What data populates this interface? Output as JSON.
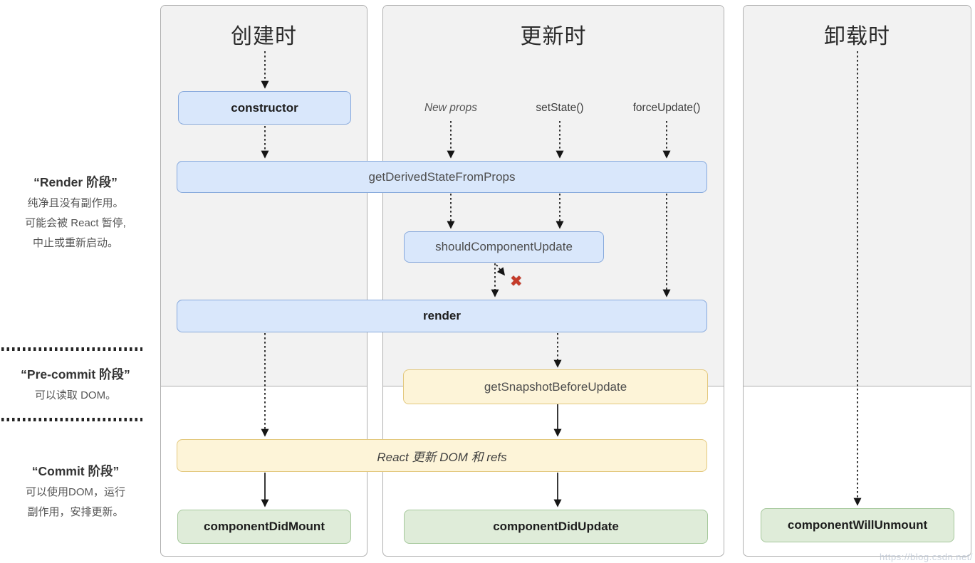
{
  "columns": {
    "mounting": {
      "title": "创建时"
    },
    "updating": {
      "title": "更新时"
    },
    "unmounting": {
      "title": "卸载时"
    }
  },
  "phases": {
    "render": {
      "title": "“Render 阶段”",
      "lines": [
        "纯净且没有副作用。",
        "可能会被 React 暂停,",
        "中止或重新启动。"
      ]
    },
    "pre_commit": {
      "title": "“Pre-commit 阶段”",
      "lines": [
        "可以读取 DOM。"
      ]
    },
    "commit": {
      "title": "“Commit 阶段”",
      "lines": [
        "可以使用DOM，运行",
        "副作用，安排更新。"
      ]
    }
  },
  "nodes": {
    "ctor": "constructor",
    "gdsfp": "getDerivedStateFromProps",
    "scu": "shouldComponentUpdate",
    "render": "render",
    "snapshot": "getSnapshotBeforeUpdate",
    "react_updates": "React 更新 DOM 和 refs",
    "did_mount": "componentDidMount",
    "did_update": "componentDidUpdate",
    "will_unmount": "componentWillUnmount"
  },
  "update_triggers": [
    "New props",
    "setState()",
    "forceUpdate()"
  ],
  "icons": {
    "cancel_x": "✖"
  },
  "colors": {
    "node_blue_fill": "#d9e7fb",
    "node_blue_border": "#87a9dc",
    "node_yellow_fill": "#fdf4d8",
    "node_yellow_border": "#e3c87d",
    "node_green_fill": "#dfecd9",
    "node_green_border": "#a6c89c",
    "render_phase_bg": "#f2f2f2",
    "column_border": "#b0b0b0",
    "arrow": "#151515",
    "cancel_x_red": "#c53b2a"
  },
  "watermark": "https://blog.csdn.net/"
}
